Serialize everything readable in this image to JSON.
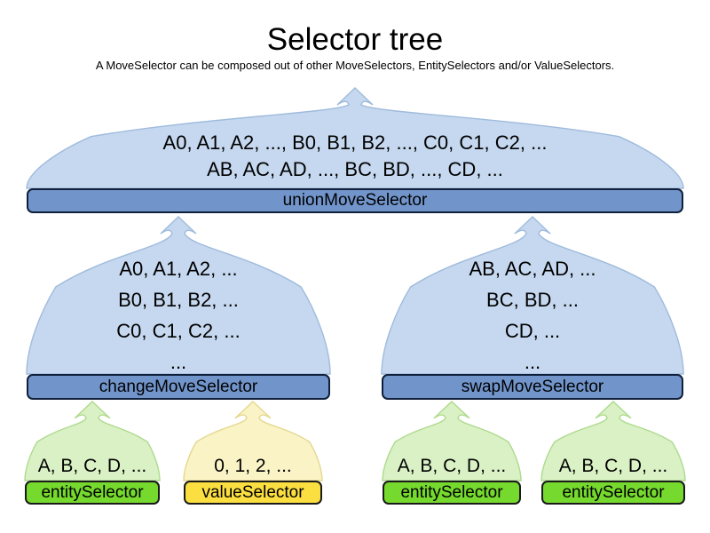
{
  "header": {
    "title": "Selector tree",
    "subtitle": "A MoveSelector can be composed out of other MoveSelectors, EntitySelectors and/or ValueSelectors."
  },
  "colors": {
    "background": "#ffffff",
    "text": "#000000",
    "blue_fill": "#c6d8ef",
    "blue_stroke": "#9fbbdd",
    "blue_bar": "#7195cb",
    "blue_bar_border": "#101f3a",
    "green_fill": "#d9f1c4",
    "green_stroke": "#aeda8e",
    "green_bar": "#76d92e",
    "yellow_fill": "#faf3c6",
    "yellow_stroke": "#e4d88f",
    "yellow_bar": "#fbdf41",
    "dark_bar_border": "#1a1a1a"
  },
  "nodes": {
    "union": {
      "lines": [
        "A0, A1, A2, ..., B0, B1, B2, ..., C0, C1, C2, ...",
        "AB, AC, AD, ..., BC, BD, ..., CD, ..."
      ],
      "label": "unionMoveSelector"
    },
    "change": {
      "lines": [
        "A0, A1, A2, ...",
        "B0, B1, B2, ...",
        "C0, C1, C2, ...",
        "..."
      ],
      "label": "changeMoveSelector"
    },
    "swap": {
      "lines": [
        "AB, AC, AD, ...",
        "BC, BD, ...",
        "CD, ...",
        "..."
      ],
      "label": "swapMoveSelector"
    },
    "entity1": {
      "lines": [
        "A, B, C, D, ..."
      ],
      "label": "entitySelector"
    },
    "value1": {
      "lines": [
        "0, 1, 2, ..."
      ],
      "label": "valueSelector"
    },
    "entity2": {
      "lines": [
        "A, B, C, D, ..."
      ],
      "label": "entitySelector"
    },
    "entity3": {
      "lines": [
        "A, B, C, D, ..."
      ],
      "label": "entitySelector"
    }
  }
}
